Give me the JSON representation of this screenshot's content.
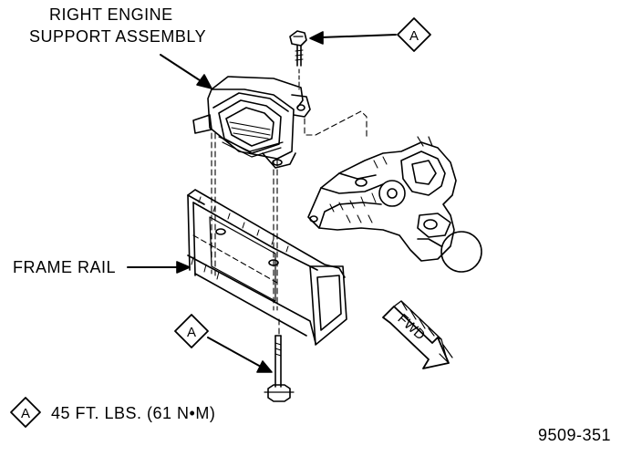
{
  "labels": {
    "engine_support_line1": "RIGHT ENGINE",
    "engine_support_line2": "SUPPORT ASSEMBLY",
    "frame_rail": "FRAME RAIL",
    "fwd_arrow": "FWD",
    "figure_number": "9509-351"
  },
  "callouts": {
    "top_bolt_letter": "A",
    "bottom_bolt_letter": "A"
  },
  "legend": {
    "letter": "A",
    "torque_spec": "45 FT. LBS. (61 N•M)"
  },
  "colors": {
    "ink": "#000000",
    "paper": "#ffffff"
  }
}
